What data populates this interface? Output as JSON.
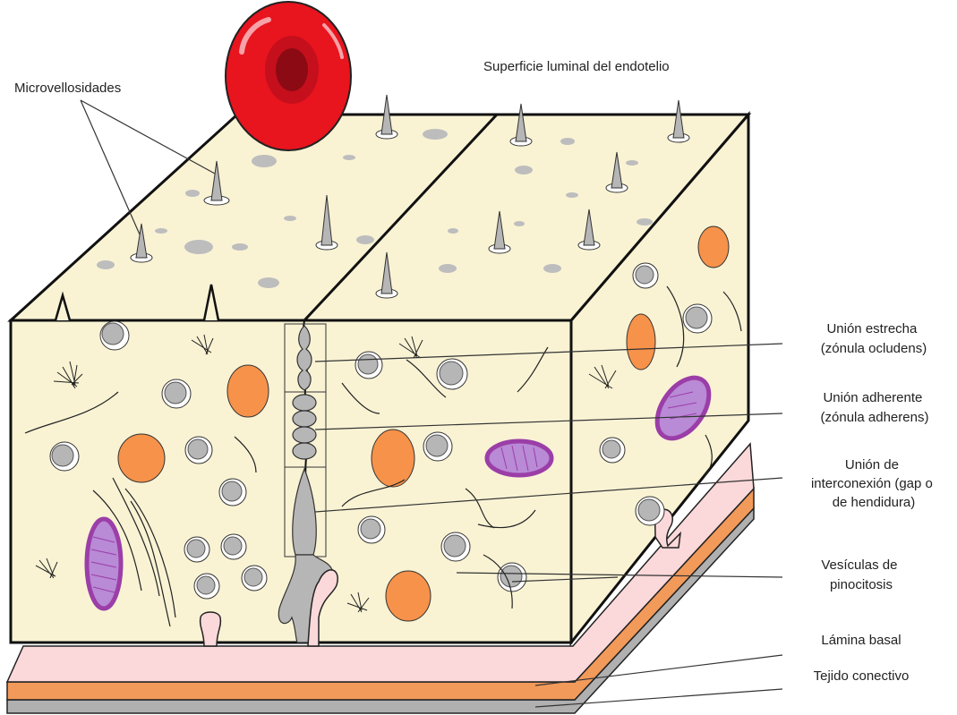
{
  "labels": {
    "surface": "Superficie luminal del endotelio",
    "microvilli": "Microvellosidades",
    "tight_junction": [
      "Unión estrecha",
      "(zónula ocludens)"
    ],
    "adherens_junction": [
      "Unión adherente",
      "(zónula adherens)"
    ],
    "gap_junction": [
      "Unión de",
      "interconexión (gap o",
      "de hendidura)"
    ],
    "vesicles": [
      "Vesículas de",
      "pinocitosis"
    ],
    "basal_lamina": "Lámina basal",
    "connective": "Tejido conectivo"
  },
  "colors": {
    "cytoplasm": "#f9f3d4",
    "cell_outline": "#111111",
    "erythrocyte": "#e8141e",
    "erythrocyte_center": "#8b0a14",
    "nucleus_orange": "#f7924a",
    "mitochondria": "#b98ad6",
    "mitochondria_edge": "#9b3ea8",
    "vesicle_gray": "#b6b6b6",
    "basal_lamina": "#fbd8da",
    "connective_orange": "#f29a5a",
    "connective_gray": "#b0b0b0"
  }
}
